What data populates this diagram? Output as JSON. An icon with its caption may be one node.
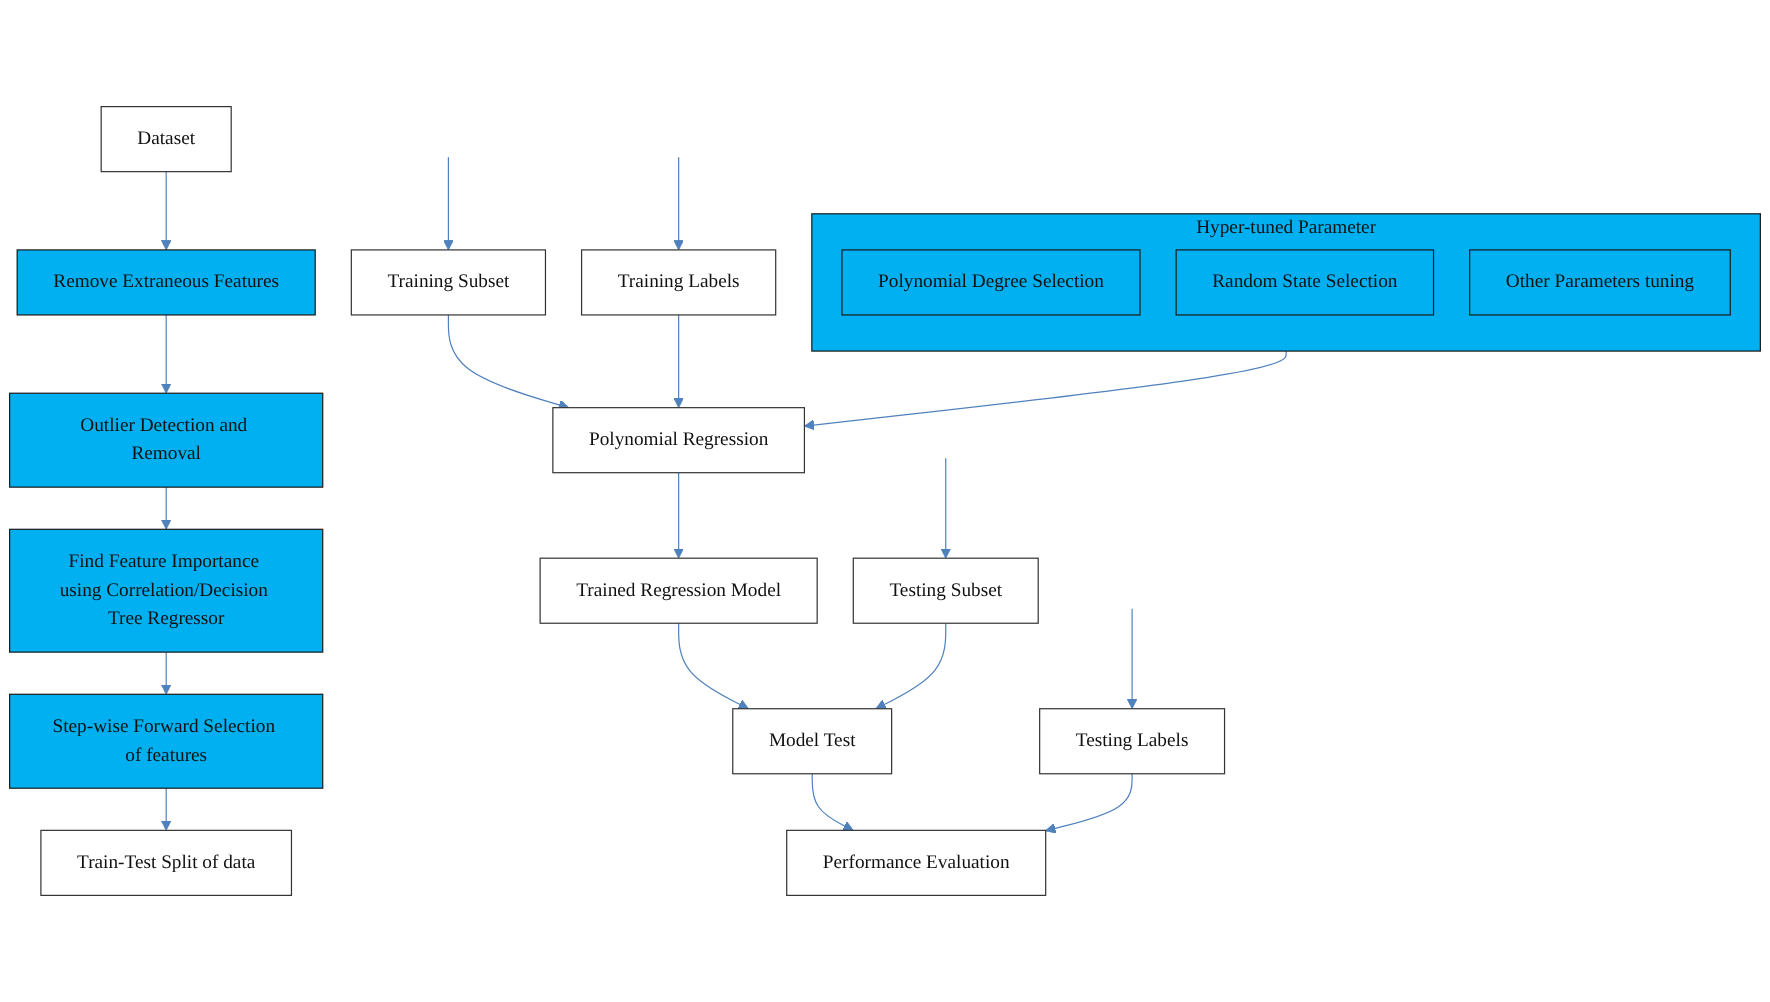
{
  "diagram": {
    "nodes": [
      {
        "text": [
          "Dataset"
        ]
      },
      {
        "text": [
          "Remove Extraneous Features"
        ]
      },
      {
        "text": [
          "Outlier Detection and Removal"
        ]
      },
      {
        "text": [
          "Find Feature Importance using Correlation/Decision Tree Regressor"
        ]
      },
      {
        "text": [
          "Step-wise Forward Selection of features"
        ]
      },
      {
        "text": [
          "Train-Test Split of data"
        ]
      },
      {
        "text": [
          "Hyper-tuned Parameter"
        ]
      },
      {
        "text": [
          "Polynomial Degree Selection"
        ],
        "in": 6
      },
      {
        "text": [
          "Random State Selection"
        ],
        "in": 6
      },
      {
        "text": [
          "Other Parameters tuning"
        ],
        "in": 6
      },
      {
        "text": [
          "Polynomial Regression"
        ]
      },
      {
        "text": [
          "Training Subset"
        ]
      },
      {
        "text": [
          "Trained Regression Model"
        ]
      },
      {
        "text": [
          "Training Labels"
        ]
      },
      {
        "text": [
          "Model Test"
        ]
      },
      {
        "text": [
          "Testing Subset"
        ]
      },
      {
        "text": [
          "Performance Evaluation"
        ]
      },
      {
        "text": [
          "Testing Labels"
        ]
      }
    ],
    "edges": [
      {
        "from": 0,
        "to": 1,
        "arrow": "to"
      },
      {
        "from": 1,
        "to": 2,
        "arrow": "to"
      },
      {
        "from": 2,
        "to": 3,
        "arrow": "to"
      },
      {
        "from": 3,
        "to": 4,
        "arrow": "to"
      },
      {
        "from": 4,
        "to": 5,
        "arrow": "to"
      },
      {
        "from": 6,
        "to": 10,
        "arrow": "to"
      },
      {
        "from": 11,
        "to": 10,
        "arrow": "to"
      },
      {
        "from": 13,
        "to": 10,
        "arrow": "to"
      },
      {
        "from": 10,
        "to": 12,
        "arrow": "to"
      },
      {
        "from": 12,
        "to": 14,
        "arrow": "to"
      },
      {
        "from": 15,
        "to": 14,
        "arrow": "to"
      },
      {
        "from": 14,
        "to": 16,
        "arrow": "to"
      },
      {
        "from": 17,
        "to": 16,
        "arrow": "to"
      },
      {
        "from": null,
        "to": 11,
        "arrow": "to"
      },
      {
        "from": null,
        "to": 13,
        "arrow": "to"
      },
      {
        "from": null,
        "to": 15,
        "arrow": "to"
      },
      {
        "from": null,
        "to": 17,
        "arrow": "to"
      }
    ]
  }
}
